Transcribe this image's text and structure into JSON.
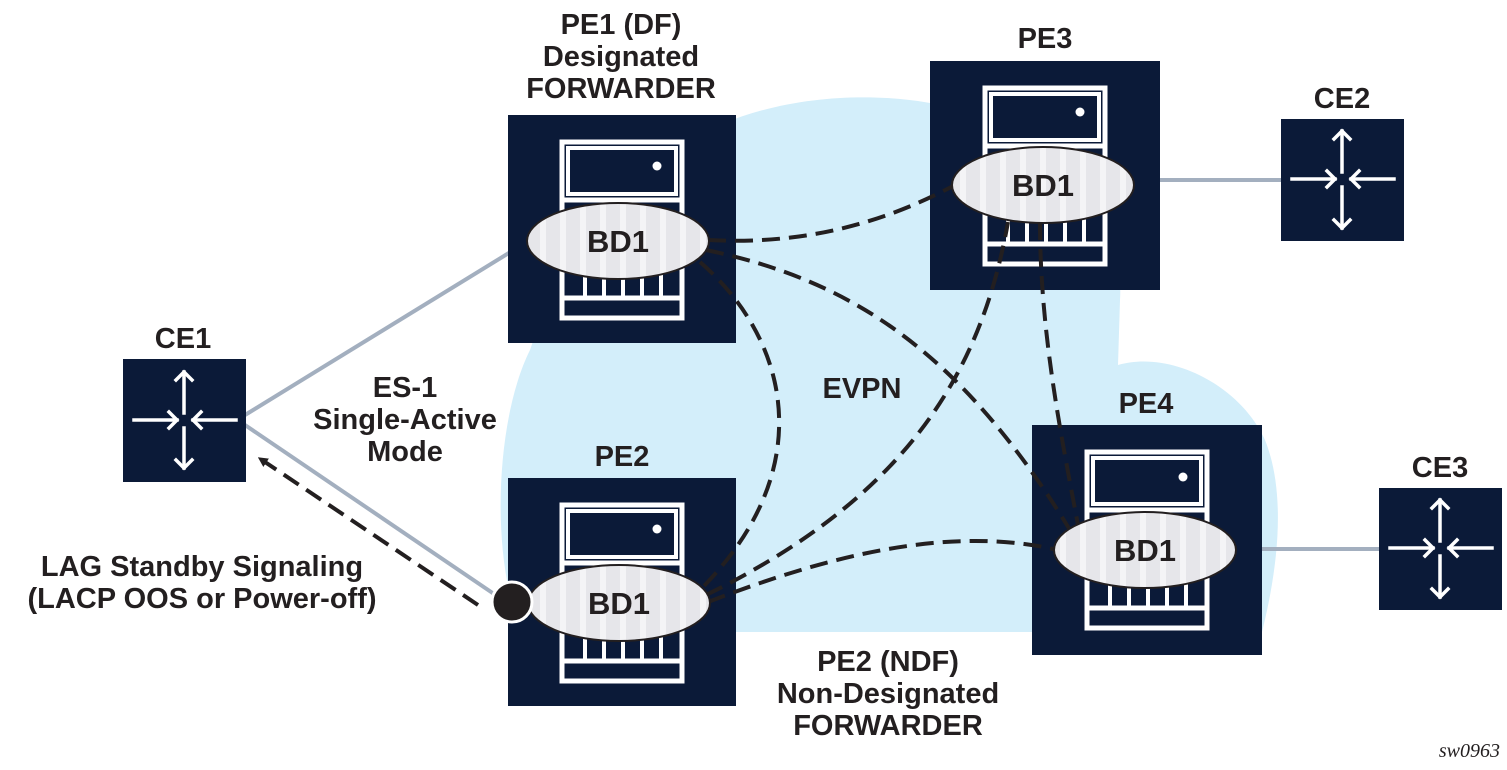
{
  "colors": {
    "node_fill": "#0b1a38",
    "cloud_fill": "#d3eefa",
    "bd_fill": "#e6e6ea",
    "text": "#231f20",
    "access_link": "#a3afbf",
    "evpn_link": "#231f20"
  },
  "labels": {
    "pe1": [
      "PE1 (DF)",
      "Designated",
      "FORWARDER"
    ],
    "pe2": "PE2",
    "pe2_role": [
      "PE2 (NDF)",
      "Non-Designated",
      "FORWARDER"
    ],
    "pe3": "PE3",
    "pe4": "PE4",
    "ce1": "CE1",
    "ce2": "CE2",
    "ce3": "CE3",
    "es": [
      "ES-1",
      "Single-Active",
      "Mode"
    ],
    "evpn": "EVPN",
    "lag": [
      "LAG Standby Signaling",
      "(LACP OOS or Power-off)"
    ],
    "figure_id": "sw0963"
  },
  "nodes": {
    "pe1": {
      "type": "pe-router",
      "bd": "BD1",
      "role": "DF"
    },
    "pe2": {
      "type": "pe-router",
      "bd": "BD1",
      "role": "NDF",
      "port_state": "standby"
    },
    "pe3": {
      "type": "pe-router",
      "bd": "BD1"
    },
    "pe4": {
      "type": "pe-router",
      "bd": "BD1"
    },
    "ce1": {
      "type": "ce-switch",
      "icon": "switch-arrows-icon"
    },
    "ce2": {
      "type": "ce-switch",
      "icon": "switch-arrows-icon"
    },
    "ce3": {
      "type": "ce-switch",
      "icon": "switch-arrows-icon"
    }
  },
  "links": {
    "access": [
      {
        "from": "ce1",
        "to": "pe1"
      },
      {
        "from": "ce1",
        "to": "pe2"
      },
      {
        "from": "pe3",
        "to": "ce2"
      },
      {
        "from": "pe4",
        "to": "ce3"
      }
    ],
    "evpn": [
      {
        "from": "pe1",
        "to": "pe3"
      },
      {
        "from": "pe1",
        "to": "pe4"
      },
      {
        "from": "pe1",
        "to": "pe2"
      },
      {
        "from": "pe2",
        "to": "pe3"
      },
      {
        "from": "pe2",
        "to": "pe4"
      },
      {
        "from": "pe3",
        "to": "pe4"
      }
    ],
    "signaling": [
      {
        "from": "pe2",
        "to": "ce1",
        "style": "dashed-arrow"
      }
    ]
  }
}
